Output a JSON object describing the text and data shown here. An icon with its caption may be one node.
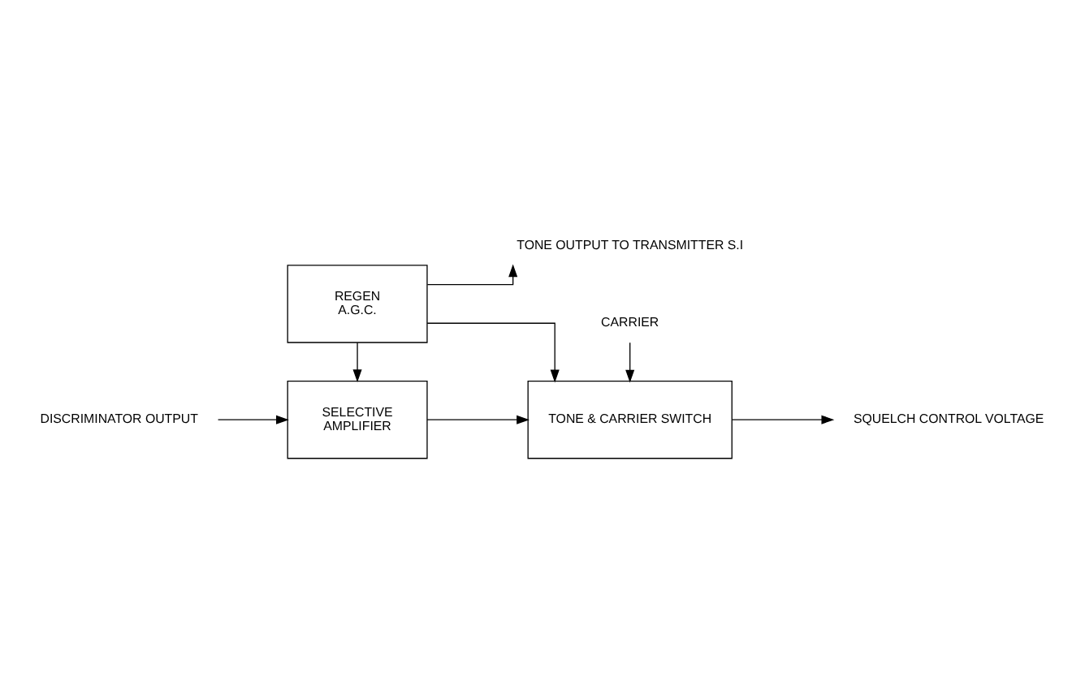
{
  "diagram": {
    "nodes": [
      {
        "text": [
          "DISCRIMINATOR OUTPUT"
        ]
      },
      {
        "text": [
          "SELECTIVE",
          "AMPLIFIER"
        ]
      },
      {
        "text": [
          "TONE & CARRIER SWITCH"
        ]
      },
      {
        "text": [
          "SQUELCH CONTROL VOLTAGE"
        ]
      },
      {
        "text": [
          "CARRIER"
        ]
      },
      {
        "text": [
          "REGEN",
          "A.G.C."
        ]
      },
      {
        "text": [
          "TONE OUTPUT TO TRANSMITTER S.I"
        ]
      }
    ],
    "edges": [
      {
        "from": 0,
        "to": 1,
        "arrow": "to"
      },
      {
        "from": 5,
        "to": 1,
        "arrow": "to"
      },
      {
        "from": 1,
        "to": 2,
        "arrow": "to"
      },
      {
        "from": 5,
        "to": 2,
        "arrow": "to"
      },
      {
        "from": 2,
        "to": 3,
        "arrow": "to"
      },
      {
        "from": 4,
        "to": 2,
        "arrow": "to"
      },
      {
        "from": 5,
        "to": 6,
        "arrow": "to"
      }
    ]
  }
}
